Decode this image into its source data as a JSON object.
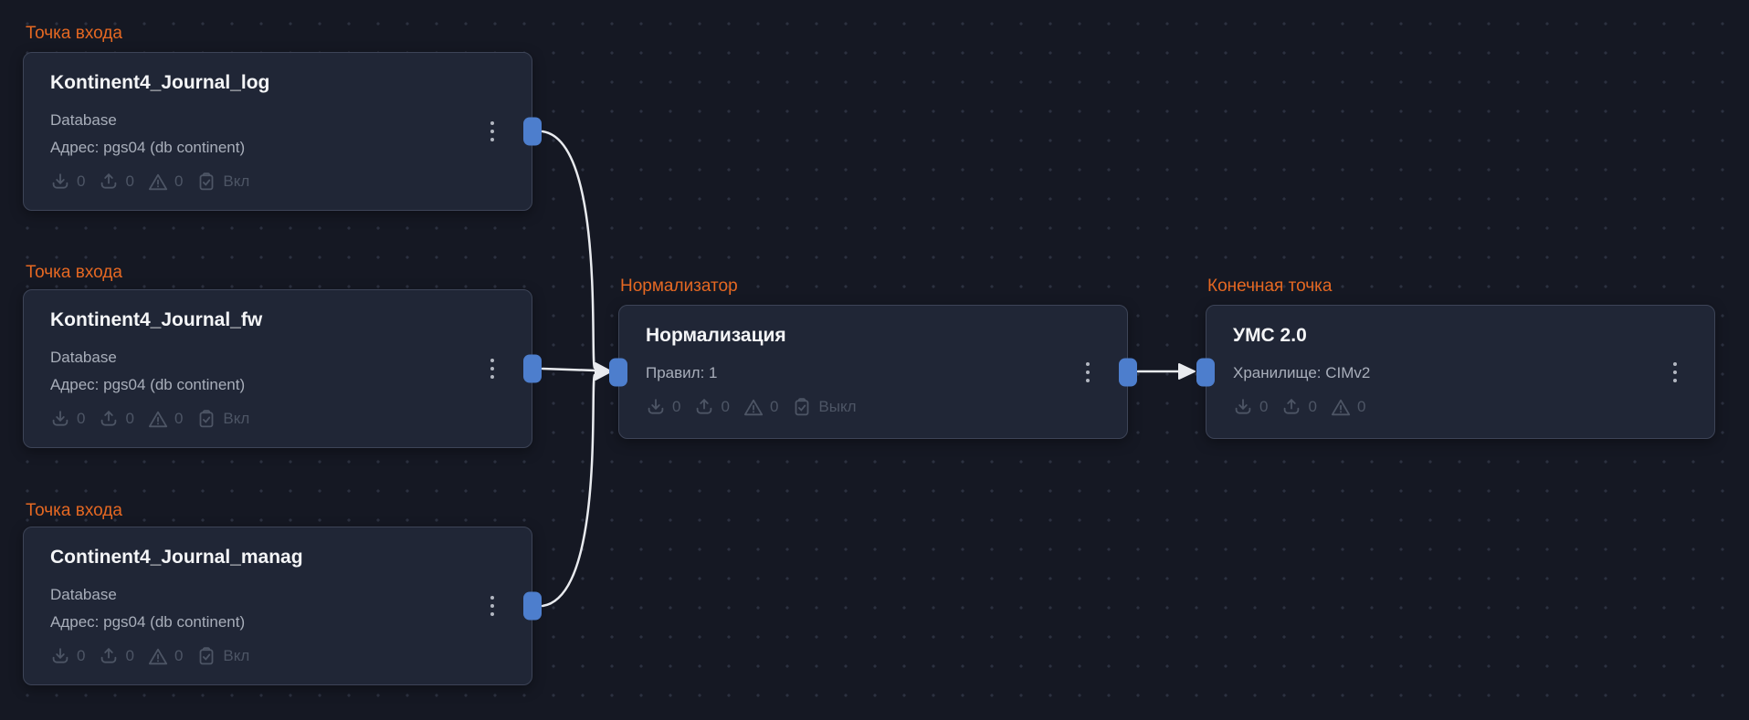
{
  "canvas": {
    "colors": {
      "background": "#151823",
      "node_background": "#202636",
      "node_border": "#3d4457",
      "group_label_orange": "#e56822",
      "port_blue": "#4d7ecd",
      "edge_white": "#e9ebef",
      "title_text": "#f4f5f7",
      "subtitle_text": "#a8aeba",
      "stats_text": "#4d5565"
    }
  },
  "nodes": [
    {
      "group_label": "Точка входа",
      "title": "Kontinent4_Journal_log",
      "type_line": "Database",
      "detail_line": "Адрес: pgs04 (db continent)",
      "stats": {
        "received": "0",
        "sent": "0",
        "errors": "0",
        "state": "Вкл"
      }
    },
    {
      "group_label": "Точка входа",
      "title": "Kontinent4_Journal_fw",
      "type_line": "Database",
      "detail_line": "Адрес: pgs04 (db continent)",
      "stats": {
        "received": "0",
        "sent": "0",
        "errors": "0",
        "state": "Вкл"
      }
    },
    {
      "group_label": "Точка входа",
      "title": "Continent4_Journal_manag",
      "type_line": "Database",
      "detail_line": "Адрес: pgs04 (db continent)",
      "stats": {
        "received": "0",
        "sent": "0",
        "errors": "0",
        "state": "Вкл"
      }
    },
    {
      "group_label": "Нормализатор",
      "title": "Нормализация",
      "detail_line": "Правил: 1",
      "stats": {
        "received": "0",
        "sent": "0",
        "errors": "0",
        "state": "Выкл"
      }
    },
    {
      "group_label": "Конечная точка",
      "title": "УМС 2.0",
      "detail_line": "Хранилище: CIMv2",
      "stats": {
        "received": "0",
        "sent": "0",
        "errors": "0"
      }
    }
  ],
  "icons": {
    "received": "download-icon",
    "sent": "upload-icon",
    "errors": "warning-triangle-icon",
    "state": "clipboard-check-icon",
    "menu": "kebab-menu-icon"
  }
}
